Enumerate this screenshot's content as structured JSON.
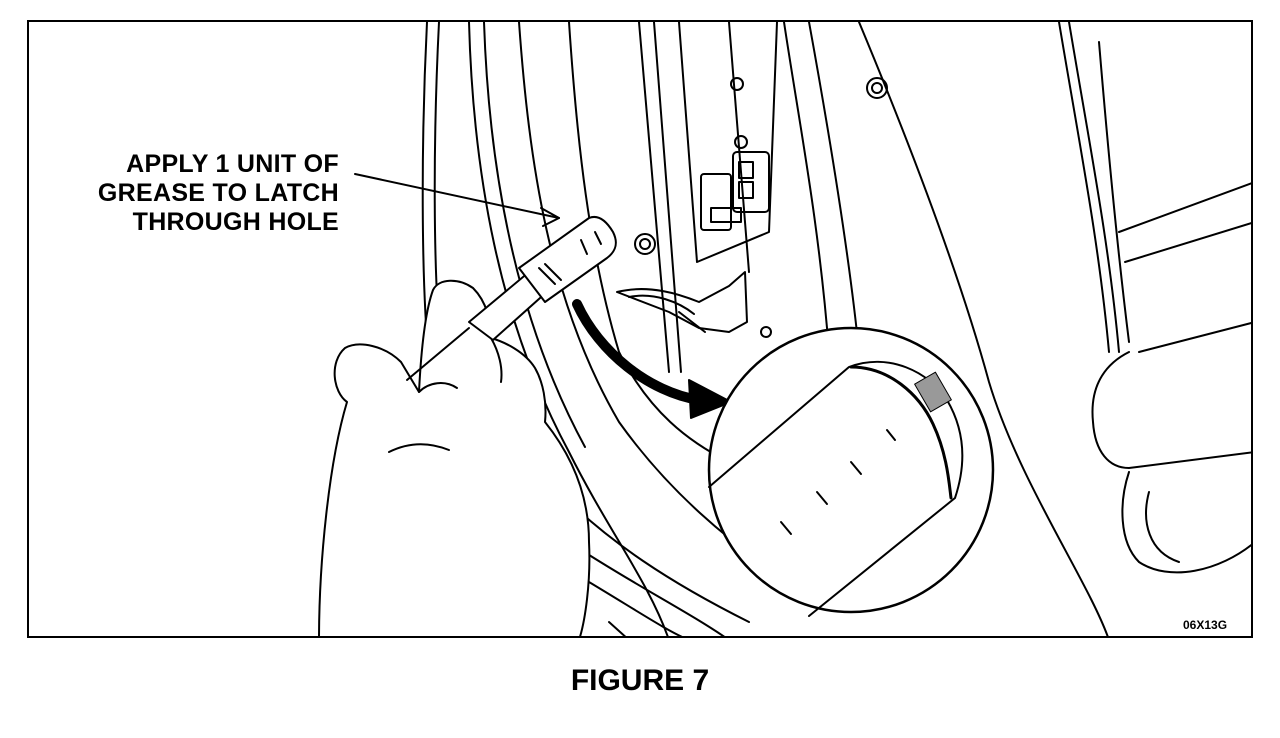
{
  "figure": {
    "callout_lines": [
      "APPLY 1 UNIT OF",
      "GREASE TO LATCH",
      "THROUGH HOLE"
    ],
    "image_code": "06X13G",
    "caption": "FIGURE 7"
  },
  "illustration": {
    "line_color": "#000000",
    "background": "#ffffff"
  }
}
